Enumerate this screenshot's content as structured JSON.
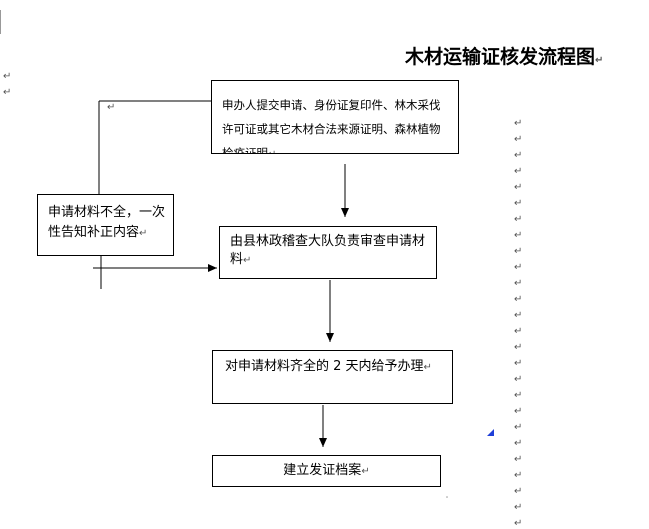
{
  "title": "木材运输证核发流程图",
  "paragraph_mark": "↵",
  "steps": {
    "submit": "申办人提交申请、身份证复印件、林木采伐许可证或其它木材合法来源证明、森林植物检疫证明",
    "review": "由县林政稽查大队负责审查申请材料",
    "reject": "申请材料不全，一次性告知补正内容",
    "process": "对申请材料齐全的 2 天内给予办理",
    "archive": "建立发证档案"
  },
  "colors": {
    "line": "#000000",
    "marker": "#1f3fd8",
    "pilcrow": "#555555"
  }
}
